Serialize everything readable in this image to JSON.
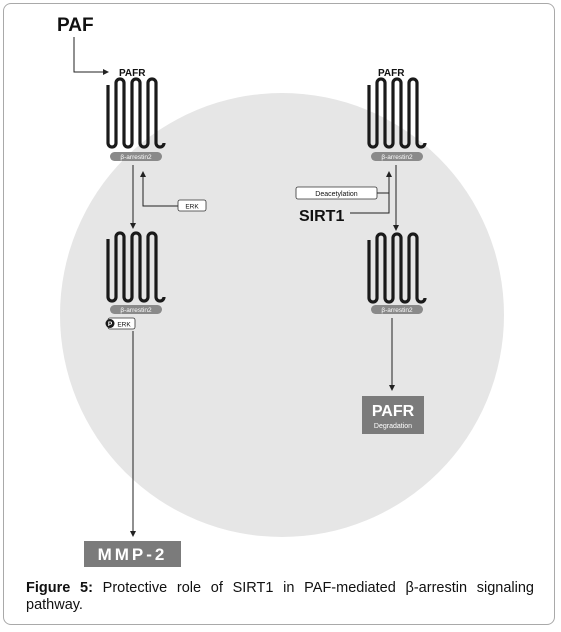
{
  "diagram": {
    "ligand_label": "PAF",
    "left_receptor_label": "PAFR",
    "right_receptor_label": "PAFR",
    "arrestin_label": "β-arrestin2",
    "erk_label": "ERK",
    "phospho_label": "P",
    "deacetylation_label": "Deacetylation",
    "sirt1_label": "SIRT1",
    "mmp2_label": "MMP-2",
    "degradation_title": "PAFR",
    "degradation_subtitle": "Degradation"
  },
  "caption": {
    "lead": "Figure 5:",
    "text": " Protective role of SIRT1 in PAF-mediated β-arrestin signaling pathway."
  },
  "colors": {
    "cell": "#e6e6e6",
    "receptor": "#1a1a1a",
    "badge": "#8a8a8a",
    "box_fill": "#7b7b7b",
    "text": "#111111"
  }
}
